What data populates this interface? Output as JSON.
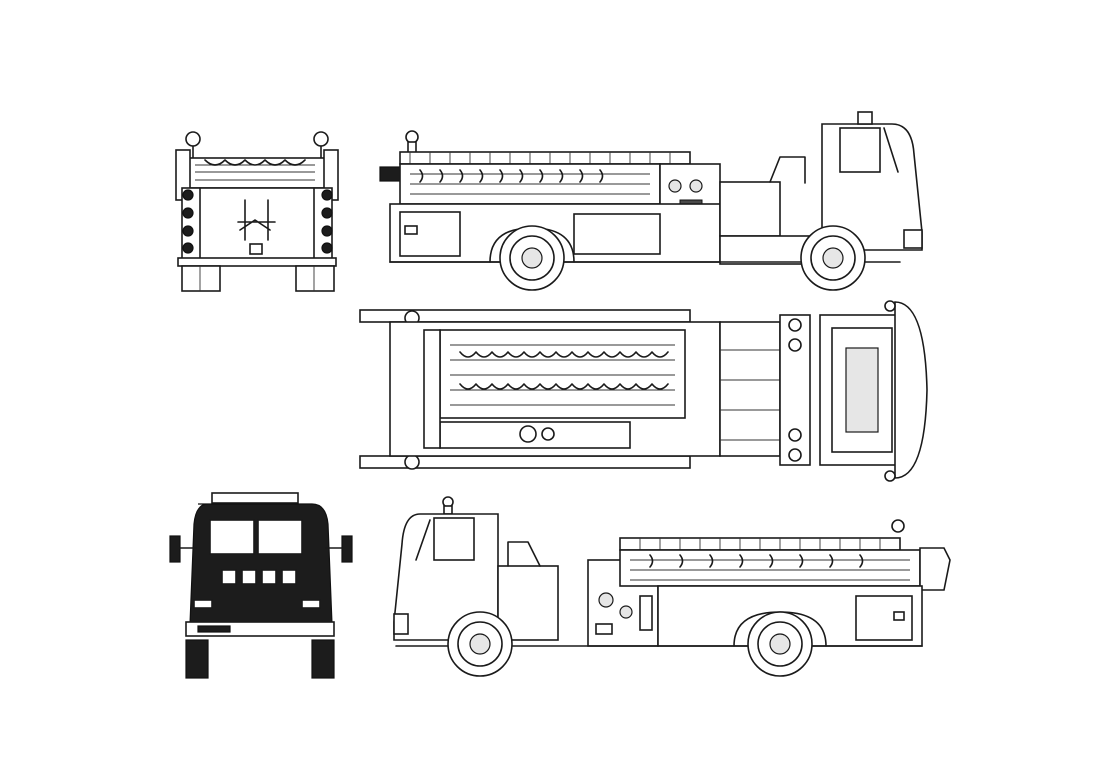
{
  "drawing": {
    "views": [
      "rear-view",
      "left-side-view",
      "top-view",
      "front-view",
      "right-side-view"
    ]
  },
  "colors": {
    "line": "#1a1a1a",
    "background": "#ffffff",
    "cab_fill": "#1c1c1c"
  }
}
